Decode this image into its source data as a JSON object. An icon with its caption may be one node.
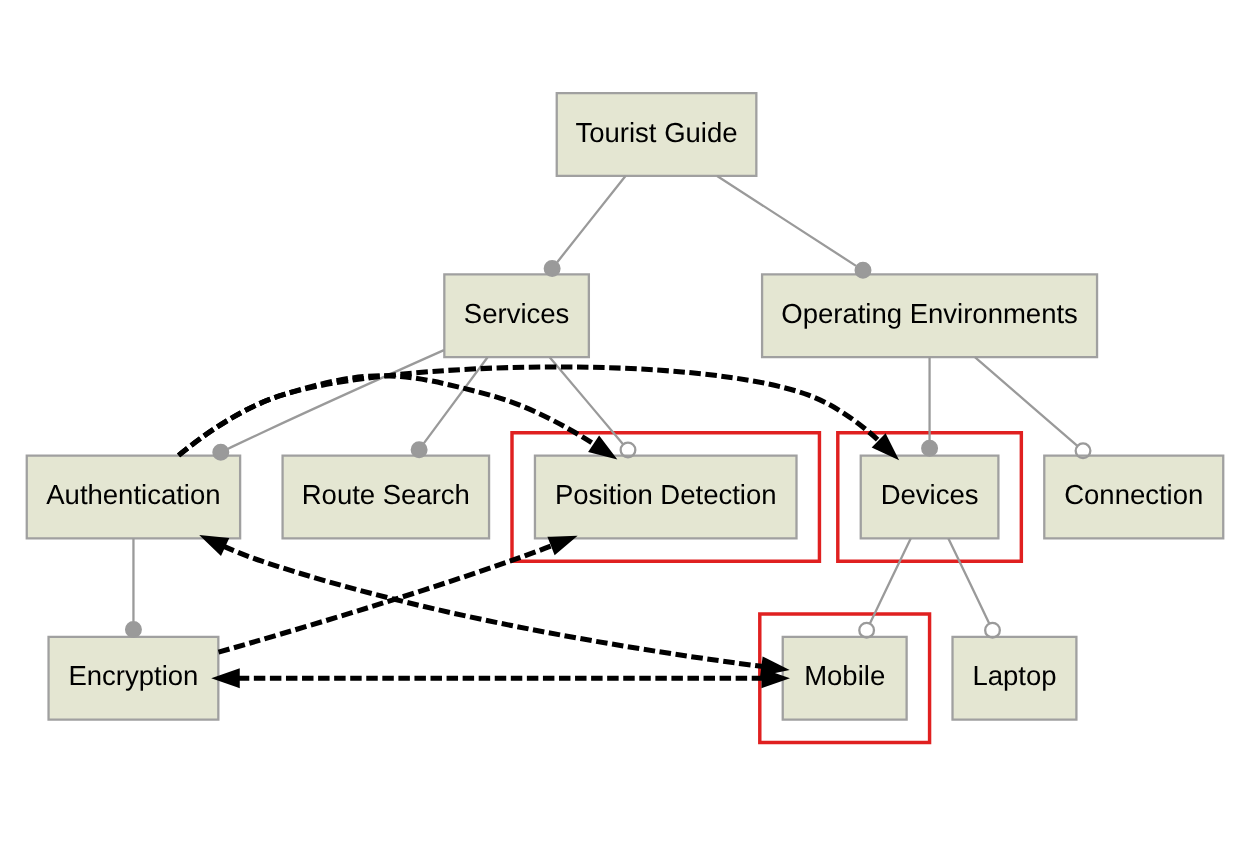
{
  "diagram": {
    "nodes": [
      {
        "text": [
          "Tourist Guide"
        ]
      },
      {
        "text": [
          "Services"
        ]
      },
      {
        "text": [
          "Operating Environments"
        ]
      },
      {
        "text": [
          "Authentication"
        ]
      },
      {
        "text": [],
        "shape": "box"
      },
      {
        "text": [
          "Devices"
        ],
        "in": 4
      },
      {
        "text": [
          "Connection"
        ]
      },
      {
        "text": [
          "Route Search"
        ]
      },
      {
        "text": [],
        "shape": "box"
      },
      {
        "text": [
          "Position Detection"
        ],
        "in": 8
      },
      {
        "text": [
          "Encryption"
        ]
      },
      {
        "text": [],
        "shape": "box"
      },
      {
        "text": [
          "Mobile"
        ],
        "in": 11
      },
      {
        "text": [
          "Laptop"
        ]
      }
    ],
    "edges": [
      {
        "from": 0,
        "to": 1,
        "arrow": "other"
      },
      {
        "from": 0,
        "to": 2,
        "arrow": "other"
      },
      {
        "from": 1,
        "to": 7,
        "arrow": "other"
      },
      {
        "from": 1,
        "to": 9,
        "arrow": "other"
      },
      {
        "from": 1,
        "to": 3,
        "arrow": "other"
      },
      {
        "from": 2,
        "to": 5,
        "arrow": "other"
      },
      {
        "from": 2,
        "to": 6,
        "arrow": "other"
      },
      {
        "from": 3,
        "to": 10,
        "arrow": "other"
      },
      {
        "from": 5,
        "to": 12,
        "arrow": "other"
      },
      {
        "from": 5,
        "to": 13,
        "arrow": "other"
      },
      {
        "from": 3,
        "to": 5,
        "arrow": "to",
        "style": "dashed",
        "color": "#000000"
      },
      {
        "from": 3,
        "to": 9,
        "arrow": "to",
        "style": "dashed",
        "color": "#000000"
      },
      {
        "from": 3,
        "to": 12,
        "arrow": "both",
        "style": "dashed",
        "color": "#000000"
      },
      {
        "from": 10,
        "to": 9,
        "arrow": "to",
        "style": "dashed",
        "color": "#000000"
      },
      {
        "from": 12,
        "to": 10,
        "arrow": "both",
        "style": "dashed",
        "color": "#000000"
      }
    ]
  }
}
